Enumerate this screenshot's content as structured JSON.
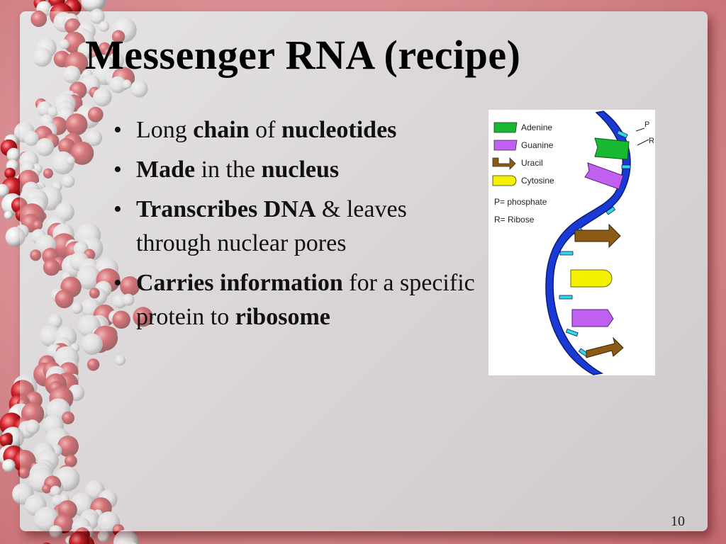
{
  "slide": {
    "title": "Messenger RNA (recipe)",
    "page_number": "10",
    "bullets": [
      {
        "parts": [
          {
            "text": "Long ",
            "bold": false
          },
          {
            "text": "chain",
            "bold": true
          },
          {
            "text": " of ",
            "bold": false
          },
          {
            "text": "nucleotides",
            "bold": true
          }
        ]
      },
      {
        "parts": [
          {
            "text": "Made",
            "bold": true
          },
          {
            "text": " in the ",
            "bold": false
          },
          {
            "text": "nucleus",
            "bold": true
          }
        ]
      },
      {
        "parts": [
          {
            "text": "Transcribes DNA",
            "bold": true
          },
          {
            "text": " & leaves through nuclear pores",
            "bold": false
          }
        ]
      },
      {
        "parts": [
          {
            "text": "Carries information",
            "bold": true
          },
          {
            "text": " for a specific protein to ",
            "bold": false
          },
          {
            "text": "ribosome",
            "bold": true
          }
        ]
      }
    ]
  },
  "diagram": {
    "legend": [
      {
        "label": "Adenine",
        "color": "#18b831",
        "shape": "flag"
      },
      {
        "label": "Guanine",
        "color": "#c060f0",
        "shape": "flag"
      },
      {
        "label": "Uracil",
        "color": "#8b5a14",
        "shape": "arrow"
      },
      {
        "label": "Cytosine",
        "color": "#f5f000",
        "shape": "rounded"
      }
    ],
    "notes": [
      "P= phosphate",
      "R= Ribose"
    ],
    "strand_labels": [
      "P",
      "R"
    ],
    "colors": {
      "backbone": "#1a3ad6",
      "linker": "#33d8e0"
    }
  }
}
